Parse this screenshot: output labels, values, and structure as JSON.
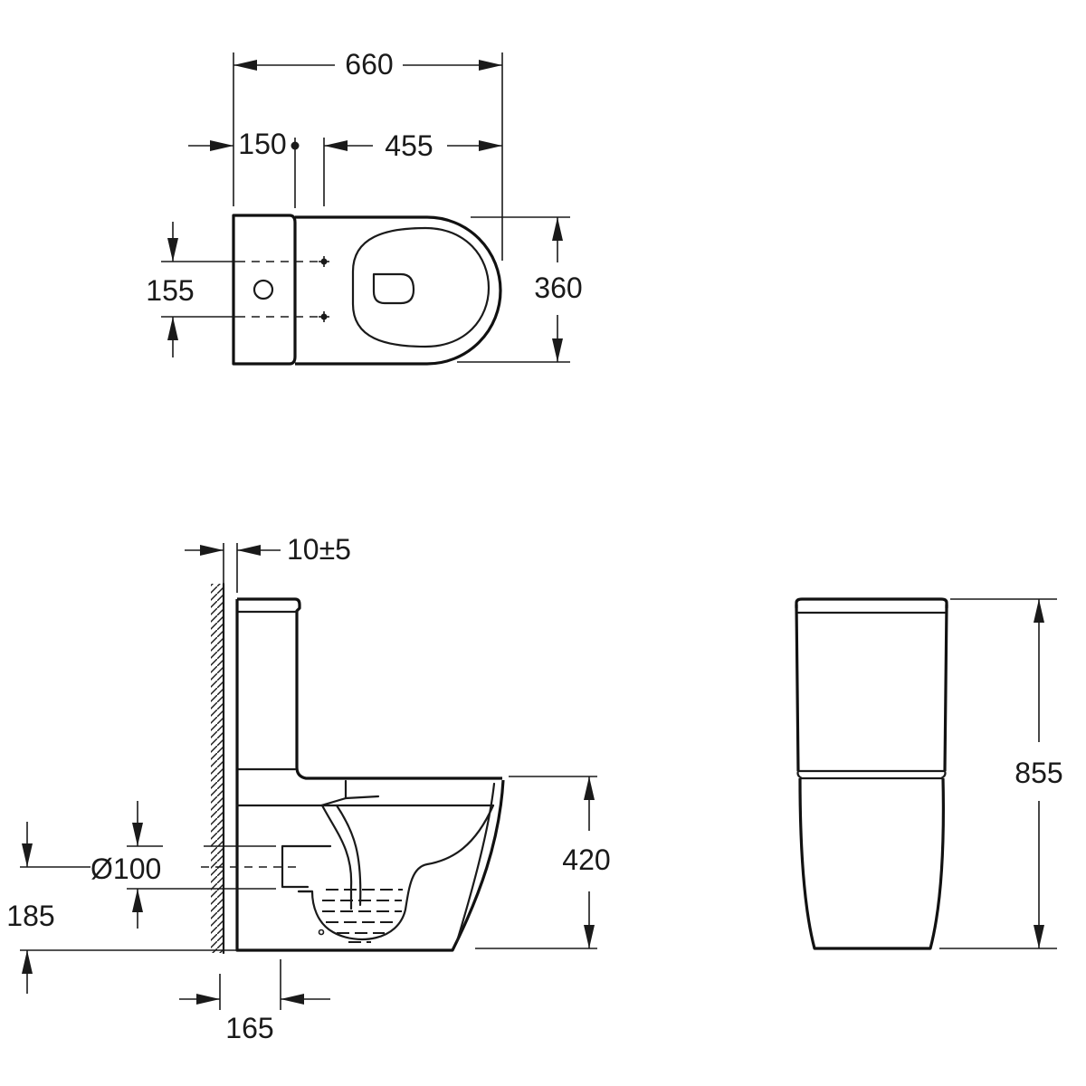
{
  "dimensions": {
    "overall_length": "660",
    "tank_depth": "150",
    "bowl_to_front": "455",
    "width": "360",
    "fixing_spacing": "155",
    "wall_gap": "10±5",
    "outlet_diameter": "Ø100",
    "outlet_height": "185",
    "seat_height": "420",
    "outlet_setback": "165",
    "total_height": "855"
  }
}
